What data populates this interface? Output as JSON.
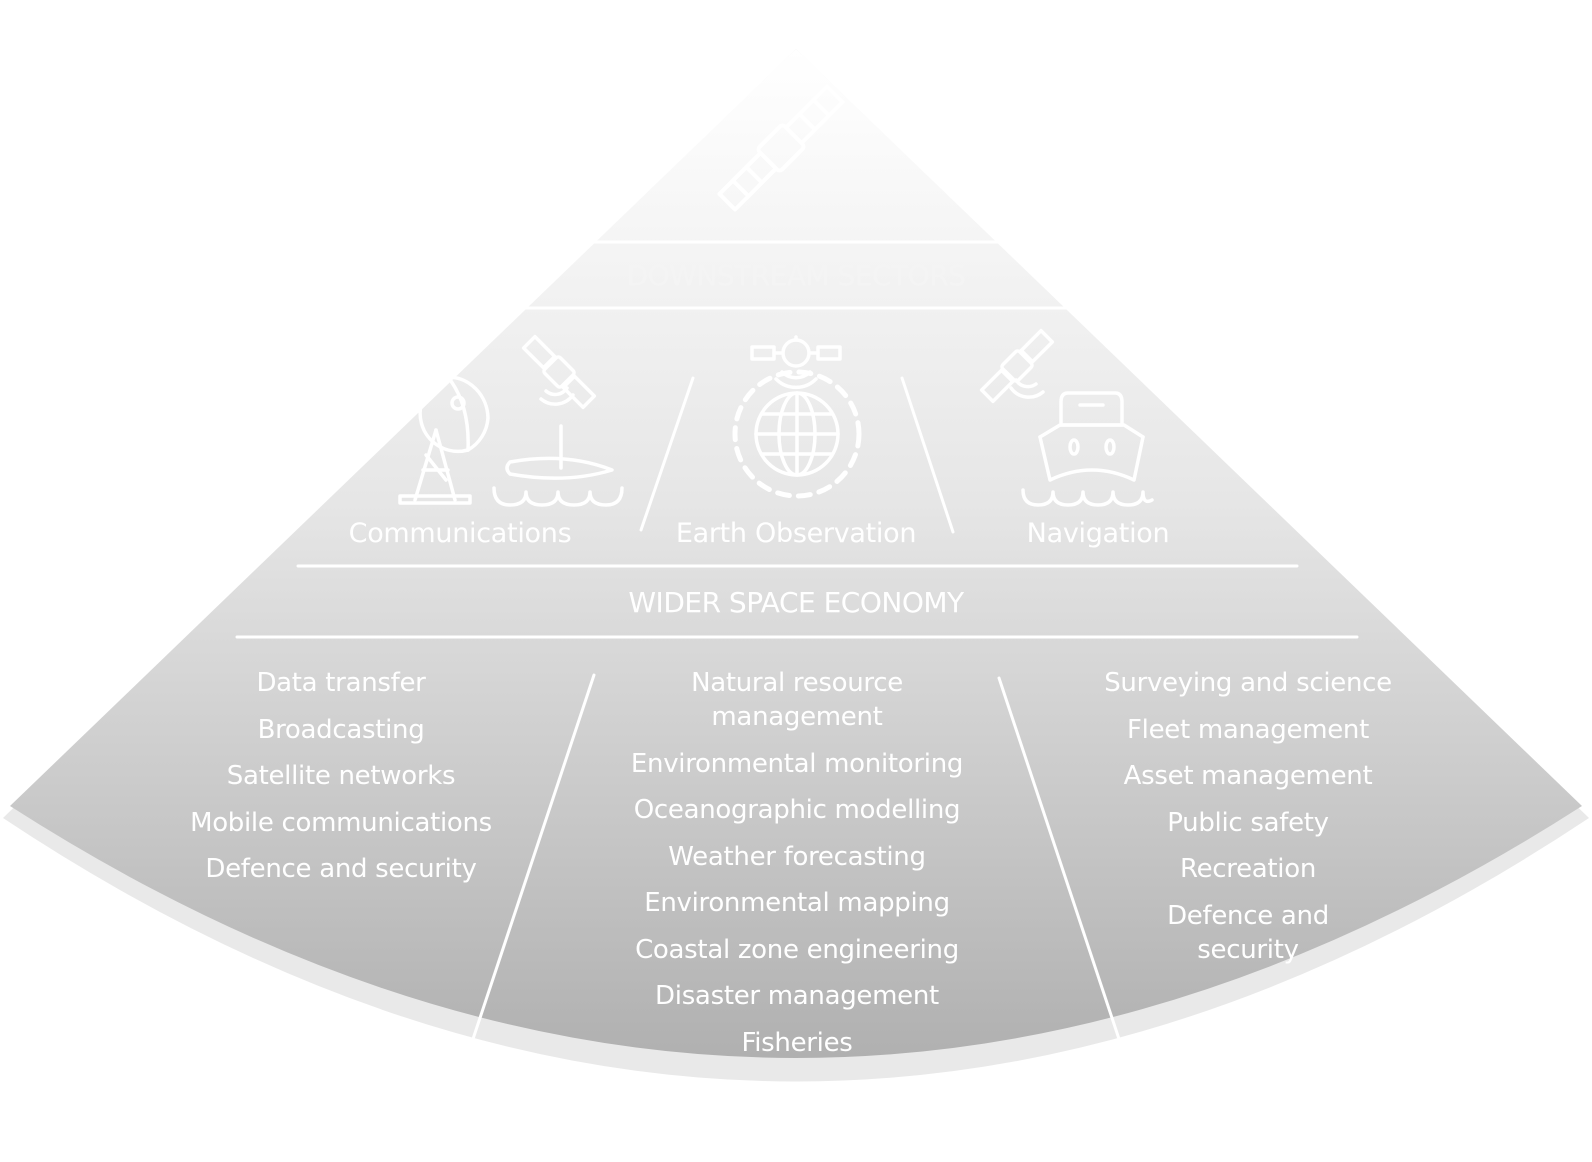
{
  "colors": {
    "fill_top": "#ffffff",
    "fill_bottom": "#b0b0b0",
    "rim": "#e8e8e8",
    "lines_and_text": "#ffffff"
  },
  "downstream": {
    "title": "DOWNSTREAM SECTORS",
    "top_icon": "satellite-icon",
    "sectors": [
      {
        "label": "Communications",
        "icons": [
          "satellite-dish-icon",
          "satellite-icon",
          "buoy-on-waves-icon"
        ]
      },
      {
        "label": "Earth Observation",
        "icons": [
          "satellite-icon",
          "globe-icon"
        ]
      },
      {
        "label": "Navigation",
        "icons": [
          "satellite-icon",
          "ship-on-waves-icon"
        ]
      }
    ]
  },
  "wider": {
    "title": "WIDER SPACE ECONOMY",
    "columns": [
      {
        "name": "communications",
        "items": [
          "Data transfer",
          "Broadcasting",
          "Satellite networks",
          "Mobile communications",
          "Defence and security"
        ]
      },
      {
        "name": "earth-observation",
        "items": [
          "Natural resource management",
          "Environmental monitoring",
          "Oceanographic modelling",
          "Weather forecasting",
          "Environmental mapping",
          "Coastal zone engineering",
          "Disaster management",
          "Fisheries"
        ]
      },
      {
        "name": "navigation",
        "items": [
          "Surveying and science",
          "Fleet management",
          "Asset management",
          "Public safety",
          "Recreation",
          "Defence and security"
        ]
      }
    ]
  }
}
